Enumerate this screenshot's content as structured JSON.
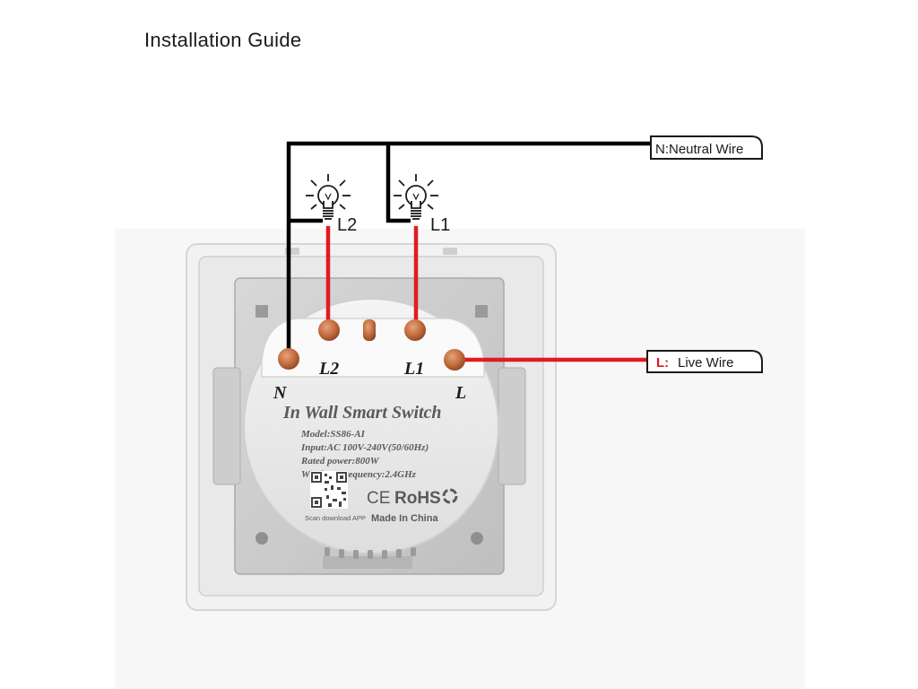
{
  "title": "Installation Guide",
  "wire_labels": {
    "neutral": "N:Neutral Wire",
    "live_prefix": "L:",
    "live_text": "Live Wire"
  },
  "lamp_labels": {
    "l2": "L2",
    "l1": "L1"
  },
  "terminal_labels": {
    "n": "N",
    "l2": "L2",
    "l1": "L1",
    "l": "L"
  },
  "module": {
    "name": "In Wall Smart Switch",
    "model": "Model:SS86-AI",
    "input": "Input:AC 100V-240V(50/60Hz)",
    "power": "Rated power:800W",
    "wireless": "Wireless Frequency:2.4GHz",
    "ce_mark": "CE",
    "rohs_mark": "RoHS",
    "qr_caption": "Scan download APP",
    "origin": "Made In China"
  },
  "colors": {
    "neutral_wire": "#000000",
    "live_wire": "#e11b22",
    "terminal": "#c06a3b",
    "panel": "#f1f1f1",
    "module_body": "#e9e9e9"
  }
}
